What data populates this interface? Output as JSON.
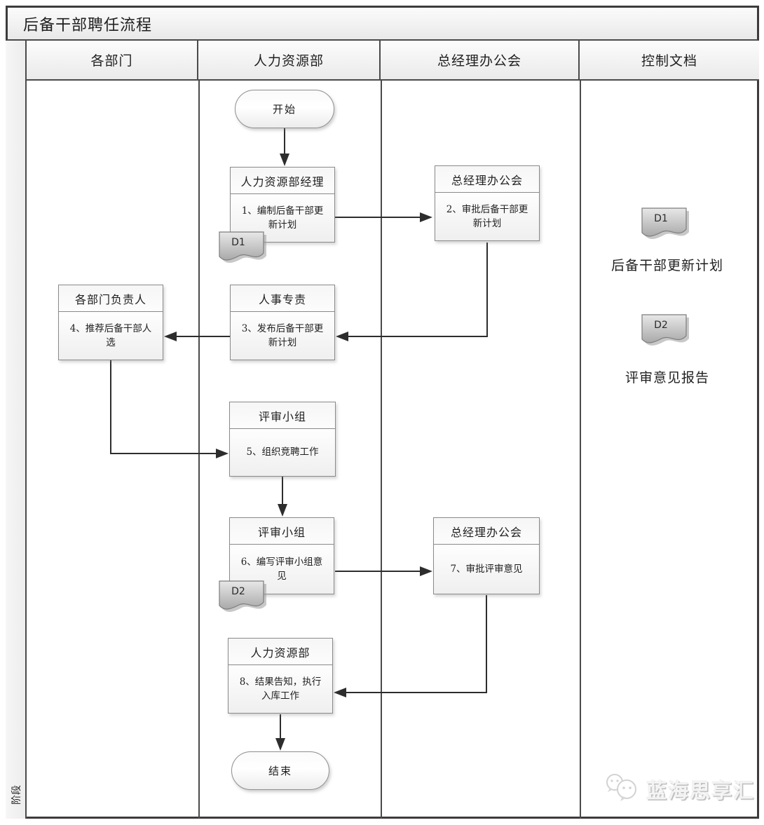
{
  "title": "后备干部聘任流程",
  "phase_label": "阶段",
  "lanes": [
    {
      "label": "各部门"
    },
    {
      "label": "人力资源部"
    },
    {
      "label": "总经理办公会"
    },
    {
      "label": "控制文档"
    }
  ],
  "nodes": {
    "start": {
      "type": "terminator",
      "label": "开始"
    },
    "step1": {
      "type": "process",
      "header": "人力资源部经理",
      "body": "1、编制后备干部更新计划",
      "attached_doc": "D1"
    },
    "step2": {
      "type": "process",
      "header": "总经理办公会",
      "body": "2、审批后备干部更新计划"
    },
    "step3": {
      "type": "process",
      "header": "人事专责",
      "body": "3、发布后备干部更新计划"
    },
    "step4": {
      "type": "process",
      "header": "各部门负责人",
      "body": "4、推荐后备干部人选"
    },
    "step5": {
      "type": "process",
      "header": "评审小组",
      "body": "5、组织竞聘工作"
    },
    "step6": {
      "type": "process",
      "header": "评审小组",
      "body": "6、编写评审小组意见",
      "attached_doc": "D2"
    },
    "step7": {
      "type": "process",
      "header": "总经理办公会",
      "body": "7、审批评审意见"
    },
    "step8": {
      "type": "process",
      "header": "人力资源部",
      "body": "8、结果告知，执行入库工作"
    },
    "end": {
      "type": "terminator",
      "label": "结束"
    }
  },
  "control_documents": [
    {
      "id": "D1",
      "label": "后备干部更新计划"
    },
    {
      "id": "D2",
      "label": "评审意见报告"
    }
  ],
  "watermark": {
    "text": "蓝海思享汇"
  },
  "colors": {
    "connector": "#2d2d2d",
    "grid_line": "#4a4a4a",
    "box_border": "#8a8a8a",
    "doc_fill_top": "#e8e8e8",
    "doc_fill_bottom": "#a9a9a9"
  }
}
